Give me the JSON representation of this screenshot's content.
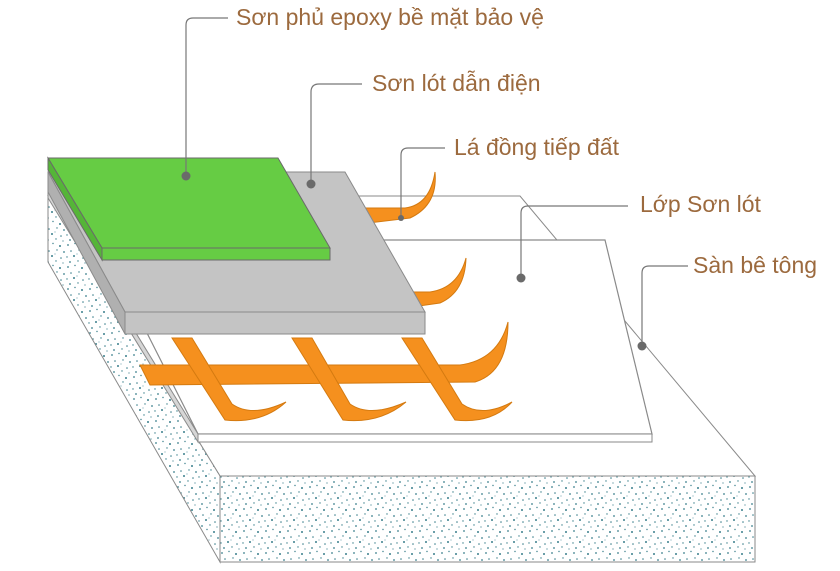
{
  "labels": {
    "epoxy_topcoat": "Sơn phủ epoxy bề mặt bảo vệ",
    "conductive_primer": "Sơn lót dẫn điện",
    "copper_grounding_strip": "Lá đồng tiếp đất",
    "primer_layer": "Lớp Sơn lót",
    "concrete_floor": "Sàn bê tông"
  },
  "colors": {
    "label_text": "#9c6a3e",
    "leader_line": "#777777",
    "epoxy_green": "#66cc44",
    "conductive_gray": "#c4c4c4",
    "copper_orange": "#f5901e",
    "primer_white": "#ffffff",
    "concrete_speckle": "#3b7f8c"
  }
}
